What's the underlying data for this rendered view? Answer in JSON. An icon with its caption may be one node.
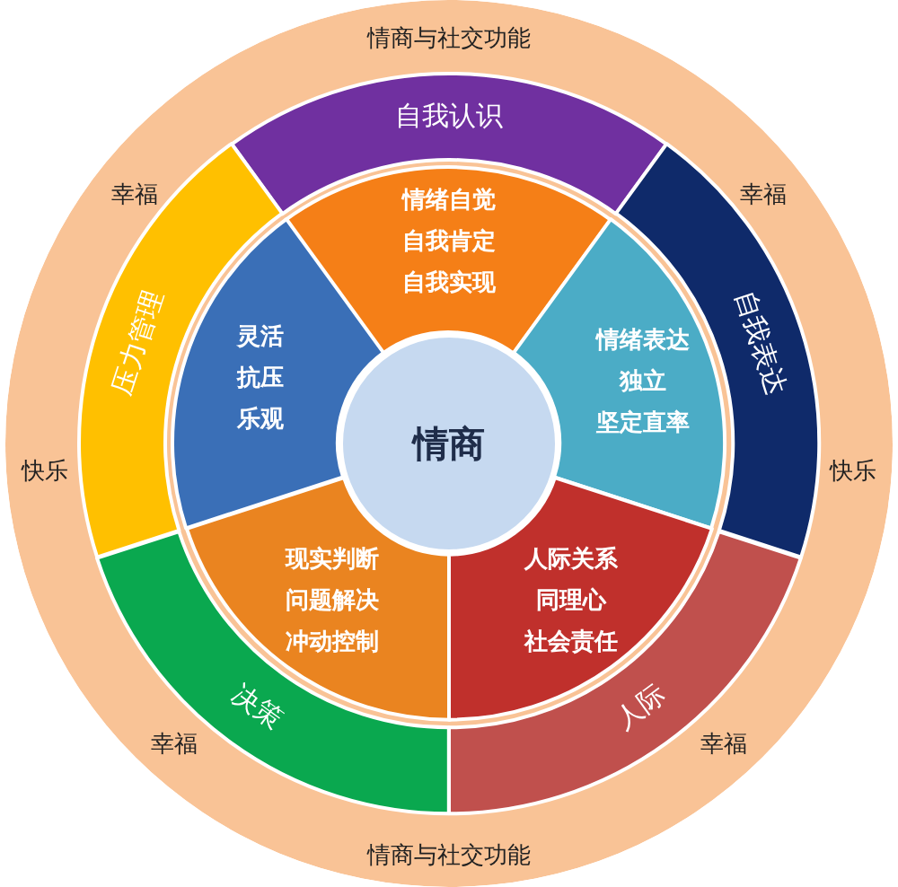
{
  "diagram": {
    "nodes": [
      {
        "text": [
          "情商与社交功能",
          "幸福",
          "幸福",
          "快乐",
          "快乐",
          "幸福",
          "幸福",
          "情商与社交功能"
        ]
      },
      {
        "text": [
          "自我认识"
        ],
        "in": 0
      },
      {
        "text": [
          "情绪自觉",
          "自我肯定",
          "自我实现"
        ],
        "in": 0
      },
      {
        "text": [
          "压力管理"
        ],
        "in": 0
      },
      {
        "text": [
          "灵活",
          "抗压",
          "乐观"
        ],
        "in": 0
      },
      {
        "text": [
          "情商"
        ],
        "in": 0
      },
      {
        "text": [
          "情绪表达",
          "独立",
          "坚定直率"
        ],
        "in": 0
      },
      {
        "text": [
          "自我表达"
        ],
        "in": 0
      },
      {
        "text": [
          "现实判断",
          "问题解决",
          "冲动控制"
        ],
        "in": 0
      },
      {
        "text": [
          "人际关系",
          "同理心",
          "社会责任"
        ],
        "in": 0
      },
      {
        "text": [
          "决策"
        ],
        "in": 0
      },
      {
        "text": [
          "人际"
        ],
        "in": 0
      }
    ]
  }
}
